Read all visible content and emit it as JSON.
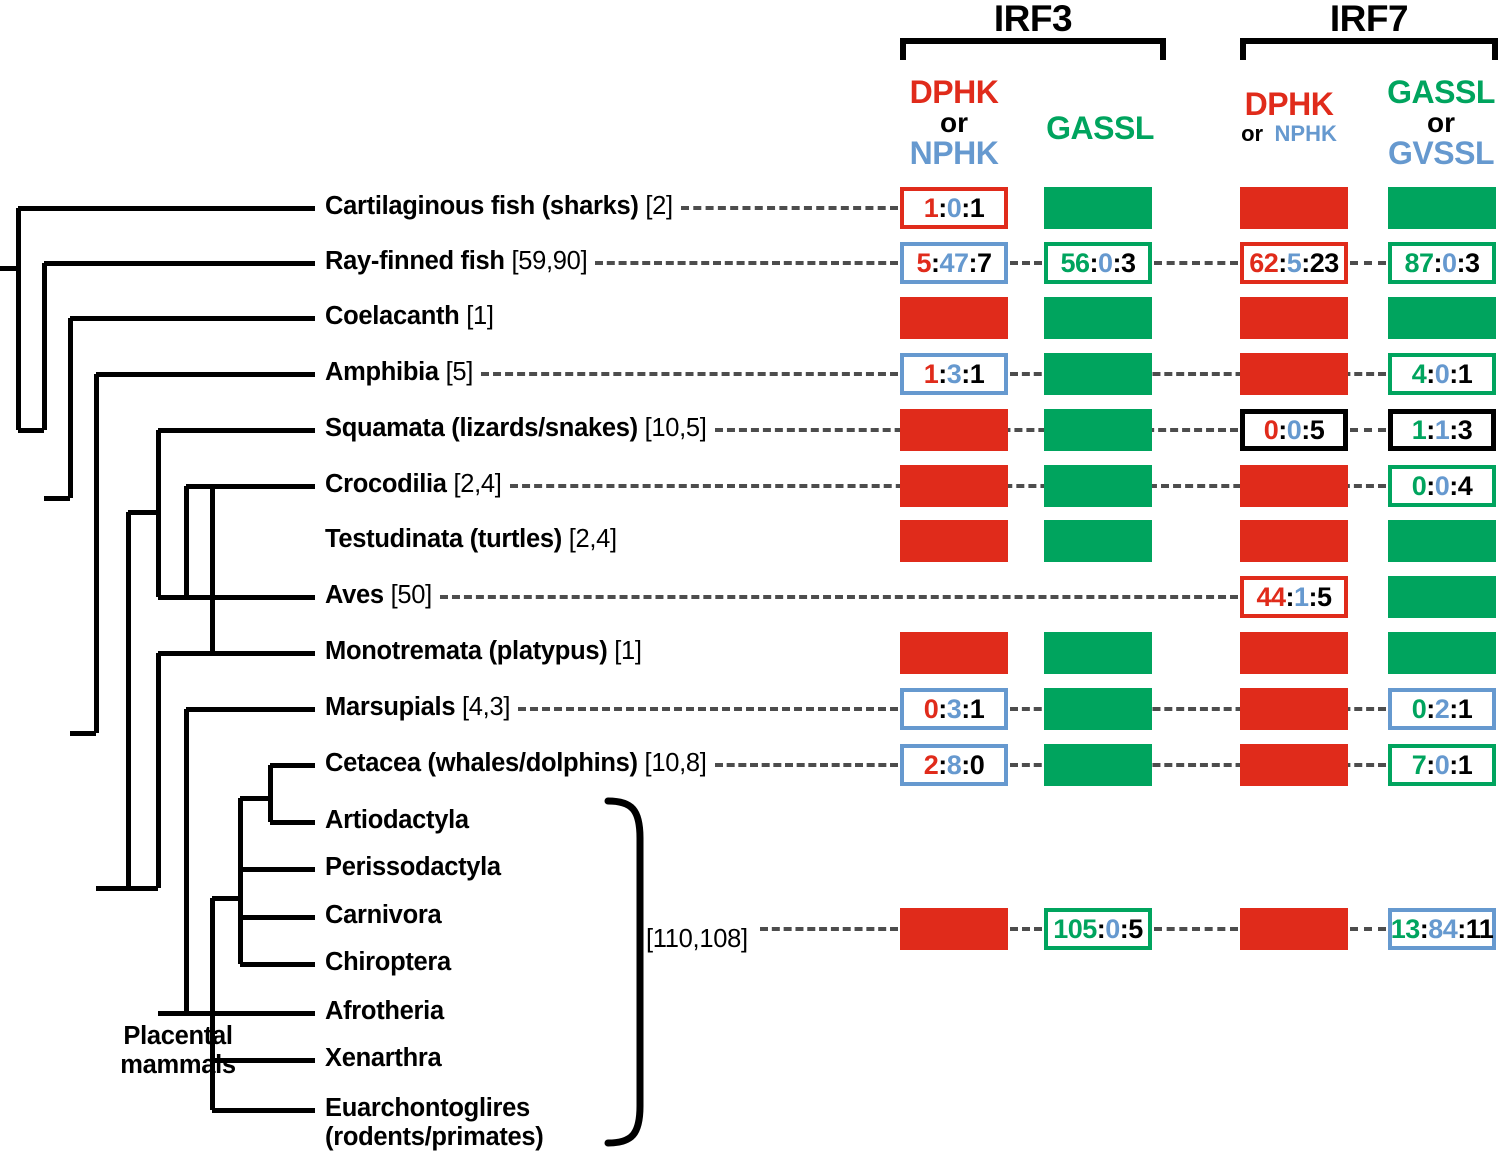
{
  "headers": {
    "genes": [
      {
        "name": "IRF3",
        "bracket": "gene-bracket"
      },
      {
        "name": "IRF7",
        "bracket": "gene-bracket"
      }
    ],
    "columns": [
      {
        "id": "irf3-dphk",
        "line1": "DPHK",
        "line2": "or",
        "line3": "NPHK"
      },
      {
        "id": "irf3-gassl",
        "line1": "GASSL"
      },
      {
        "id": "irf7-dphk",
        "line1": "DPHK",
        "line2": "or",
        "line3": "NPHK"
      },
      {
        "id": "irf7-gassl",
        "line1": "GASSL",
        "line2": "or",
        "line3": "GVSSL"
      }
    ]
  },
  "colors": {
    "red": "#e02b1b",
    "blue": "#6699cf",
    "green": "#00a45e",
    "black": "#000000",
    "dash": "#4d4d4d"
  },
  "rows": [
    {
      "name": "Cartilaginous fish (sharks)",
      "count": "[2]",
      "cells": [
        {
          "type": "open",
          "border": "red",
          "values": [
            "1",
            "0",
            "1"
          ],
          "value_colors": [
            "red",
            "blue",
            "black"
          ]
        },
        {
          "type": "solid",
          "fill": "green"
        },
        {
          "type": "solid",
          "fill": "red"
        },
        {
          "type": "solid",
          "fill": "green"
        }
      ]
    },
    {
      "name": "Ray-finned fish",
      "count": "[59,90]",
      "cells": [
        {
          "type": "open",
          "border": "blue",
          "values": [
            "5",
            "47",
            "7"
          ],
          "value_colors": [
            "red",
            "blue",
            "black"
          ]
        },
        {
          "type": "open",
          "border": "green",
          "values": [
            "56",
            "0",
            "3"
          ],
          "value_colors": [
            "green",
            "blue",
            "black"
          ]
        },
        {
          "type": "open",
          "border": "red",
          "values": [
            "62",
            "5",
            "23"
          ],
          "value_colors": [
            "red",
            "blue",
            "black"
          ]
        },
        {
          "type": "open",
          "border": "green",
          "values": [
            "87",
            "0",
            "3"
          ],
          "value_colors": [
            "green",
            "blue",
            "black"
          ]
        }
      ]
    },
    {
      "name": "Coelacanth",
      "count": "[1]",
      "cells": [
        {
          "type": "solid",
          "fill": "red"
        },
        {
          "type": "solid",
          "fill": "green"
        },
        {
          "type": "solid",
          "fill": "red"
        },
        {
          "type": "solid",
          "fill": "green"
        }
      ]
    },
    {
      "name": "Amphibia",
      "count": "[5]",
      "cells": [
        {
          "type": "open",
          "border": "blue",
          "values": [
            "1",
            "3",
            "1"
          ],
          "value_colors": [
            "red",
            "blue",
            "black"
          ]
        },
        {
          "type": "solid",
          "fill": "green"
        },
        {
          "type": "solid",
          "fill": "red"
        },
        {
          "type": "open",
          "border": "green",
          "values": [
            "4",
            "0",
            "1"
          ],
          "value_colors": [
            "green",
            "blue",
            "black"
          ]
        }
      ]
    },
    {
      "name": "Squamata (lizards/snakes)",
      "count": "[10,5]",
      "cells": [
        {
          "type": "solid",
          "fill": "red"
        },
        {
          "type": "solid",
          "fill": "green"
        },
        {
          "type": "open",
          "border": "black",
          "values": [
            "0",
            "0",
            "5"
          ],
          "value_colors": [
            "red",
            "blue",
            "black"
          ]
        },
        {
          "type": "open",
          "border": "black",
          "values": [
            "1",
            "1",
            "3"
          ],
          "value_colors": [
            "green",
            "blue",
            "black"
          ]
        }
      ]
    },
    {
      "name": "Crocodilia",
      "count": "[2,4]",
      "cells": [
        {
          "type": "solid",
          "fill": "red"
        },
        {
          "type": "solid",
          "fill": "green"
        },
        {
          "type": "solid",
          "fill": "red"
        },
        {
          "type": "open",
          "border": "green",
          "values": [
            "0",
            "0",
            "4"
          ],
          "value_colors": [
            "green",
            "blue",
            "black"
          ]
        }
      ]
    },
    {
      "name": "Testudinata (turtles)",
      "count": "[2,4]",
      "cells": [
        {
          "type": "solid",
          "fill": "red"
        },
        {
          "type": "solid",
          "fill": "green"
        },
        {
          "type": "solid",
          "fill": "red"
        },
        {
          "type": "solid",
          "fill": "green"
        }
      ]
    },
    {
      "name": "Aves",
      "count": "[50]",
      "cells": [
        {
          "type": "none"
        },
        {
          "type": "none"
        },
        {
          "type": "open",
          "border": "red",
          "values": [
            "44",
            "1",
            "5"
          ],
          "value_colors": [
            "red",
            "blue",
            "black"
          ]
        },
        {
          "type": "solid",
          "fill": "green"
        }
      ]
    },
    {
      "name": "Monotremata (platypus)",
      "count": "[1]",
      "cells": [
        {
          "type": "solid",
          "fill": "red"
        },
        {
          "type": "solid",
          "fill": "green"
        },
        {
          "type": "solid",
          "fill": "red"
        },
        {
          "type": "solid",
          "fill": "green"
        }
      ]
    },
    {
      "name": "Marsupials",
      "count": "[4,3]",
      "cells": [
        {
          "type": "open",
          "border": "blue",
          "values": [
            "0",
            "3",
            "1"
          ],
          "value_colors": [
            "red",
            "blue",
            "black"
          ]
        },
        {
          "type": "solid",
          "fill": "green"
        },
        {
          "type": "solid",
          "fill": "red"
        },
        {
          "type": "open",
          "border": "blue",
          "values": [
            "0",
            "2",
            "1"
          ],
          "value_colors": [
            "green",
            "blue",
            "black"
          ]
        }
      ]
    },
    {
      "name": "Cetacea (whales/dolphins)",
      "count": "[10,8]",
      "cells": [
        {
          "type": "open",
          "border": "blue",
          "values": [
            "2",
            "8",
            "0"
          ],
          "value_colors": [
            "red",
            "blue",
            "black"
          ]
        },
        {
          "type": "solid",
          "fill": "green"
        },
        {
          "type": "solid",
          "fill": "red"
        },
        {
          "type": "open",
          "border": "green",
          "values": [
            "7",
            "0",
            "1"
          ],
          "value_colors": [
            "green",
            "blue",
            "black"
          ]
        }
      ]
    },
    {
      "name": "Artiodactyla",
      "count": "",
      "cells": []
    },
    {
      "name": "Perissodactyla",
      "count": "",
      "cells": []
    },
    {
      "name": "Carnivora",
      "count": "",
      "cells": []
    },
    {
      "name": "Chiroptera",
      "count": "",
      "cells": []
    },
    {
      "name": "Afrotheria",
      "count": "",
      "cells": []
    },
    {
      "name": "Xenarthra",
      "count": "",
      "cells": []
    },
    {
      "name": "Euarchontoglires\n(rodents/primates)",
      "count": "",
      "cells": []
    }
  ],
  "placental_group": {
    "label_line1": "Placental",
    "label_line2": "mammals",
    "count": "[110,108]",
    "cells": [
      {
        "type": "solid",
        "fill": "red"
      },
      {
        "type": "open",
        "border": "green",
        "values": [
          "105",
          "0",
          "5"
        ],
        "value_colors": [
          "green",
          "blue",
          "black"
        ]
      },
      {
        "type": "solid",
        "fill": "red"
      },
      {
        "type": "open",
        "border": "blue",
        "values": [
          "13",
          "84",
          "11"
        ],
        "value_colors": [
          "green",
          "blue",
          "black"
        ]
      }
    ]
  },
  "taxon_leaves": [
    "Artiodactyla",
    "Perissodactyla",
    "Carnivora",
    "Chiroptera",
    "Afrotheria",
    "Xenarthra",
    "Euarchontoglires",
    "(rodents/primates)"
  ]
}
